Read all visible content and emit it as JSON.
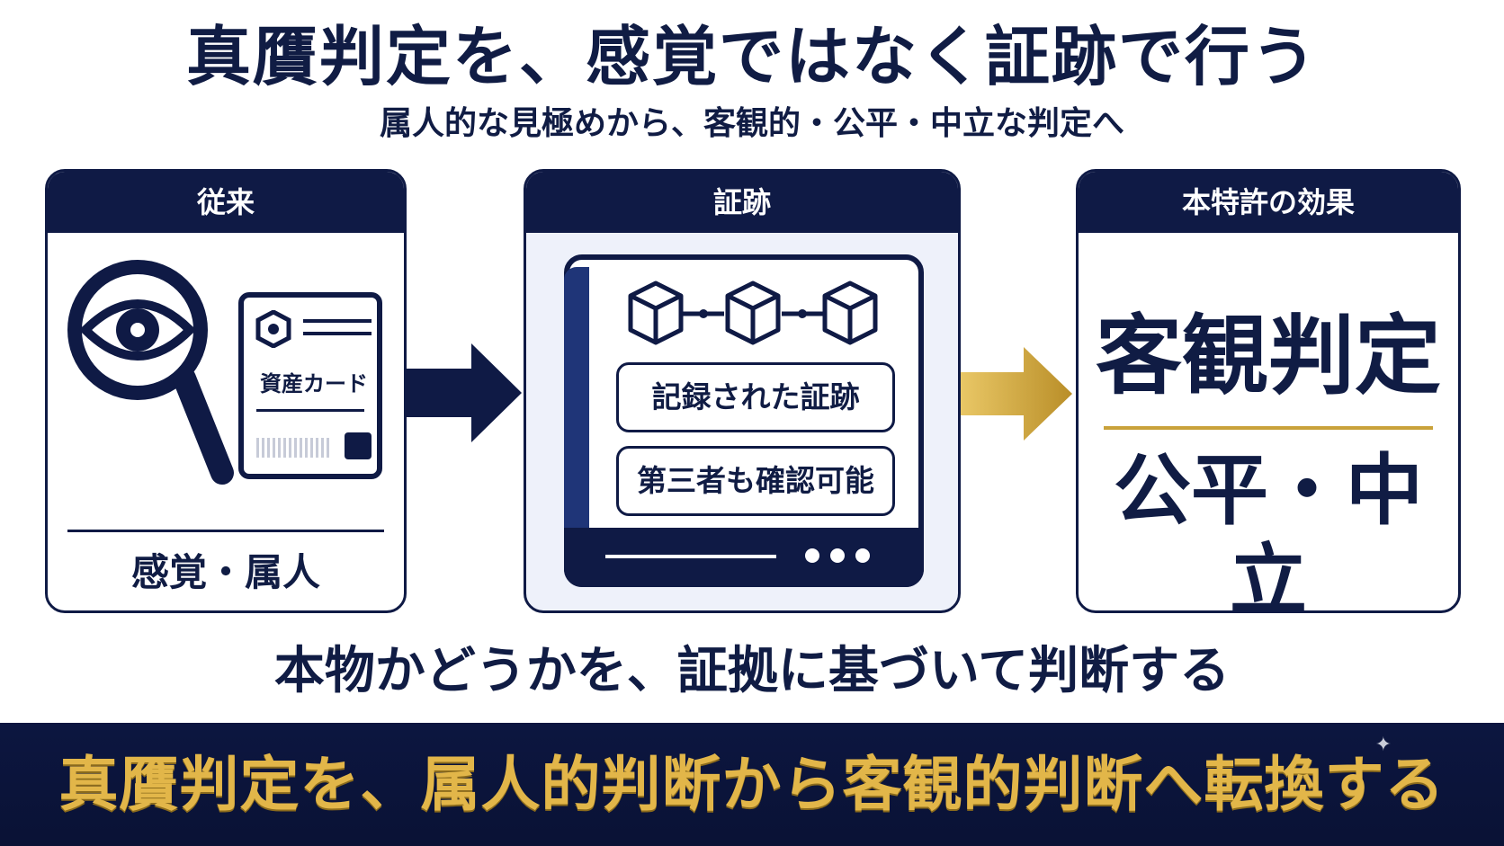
{
  "header": {
    "title": "真贋判定を、感覚ではなく証跡で行う",
    "subtitle": "属人的な見極めから、客観的・公平・中立な判定へ"
  },
  "panels": {
    "conventional": {
      "title": "従来",
      "card_label": "資産カード",
      "label": "感覚・属人"
    },
    "evidence": {
      "title": "証跡",
      "item_recorded": "記録された証跡",
      "item_verify": "第三者も確認可能"
    },
    "effect": {
      "title": "本特許の効果",
      "main": "客観判定",
      "sub": "公平・中立"
    }
  },
  "statement": "本物かどうかを、証拠に基づいて判断する",
  "banner": {
    "text": "真贋判定を、属人的判断から客観的判断へ転換する"
  },
  "colors": {
    "navy": "#0f1a45",
    "gold": "#c9a23a",
    "panel_bg": "#eef1fa"
  },
  "icons": [
    "magnifier-eye-icon",
    "asset-card-icon",
    "blockchain-cubes-icon",
    "ledger-book-icon",
    "sparkle-icon"
  ]
}
